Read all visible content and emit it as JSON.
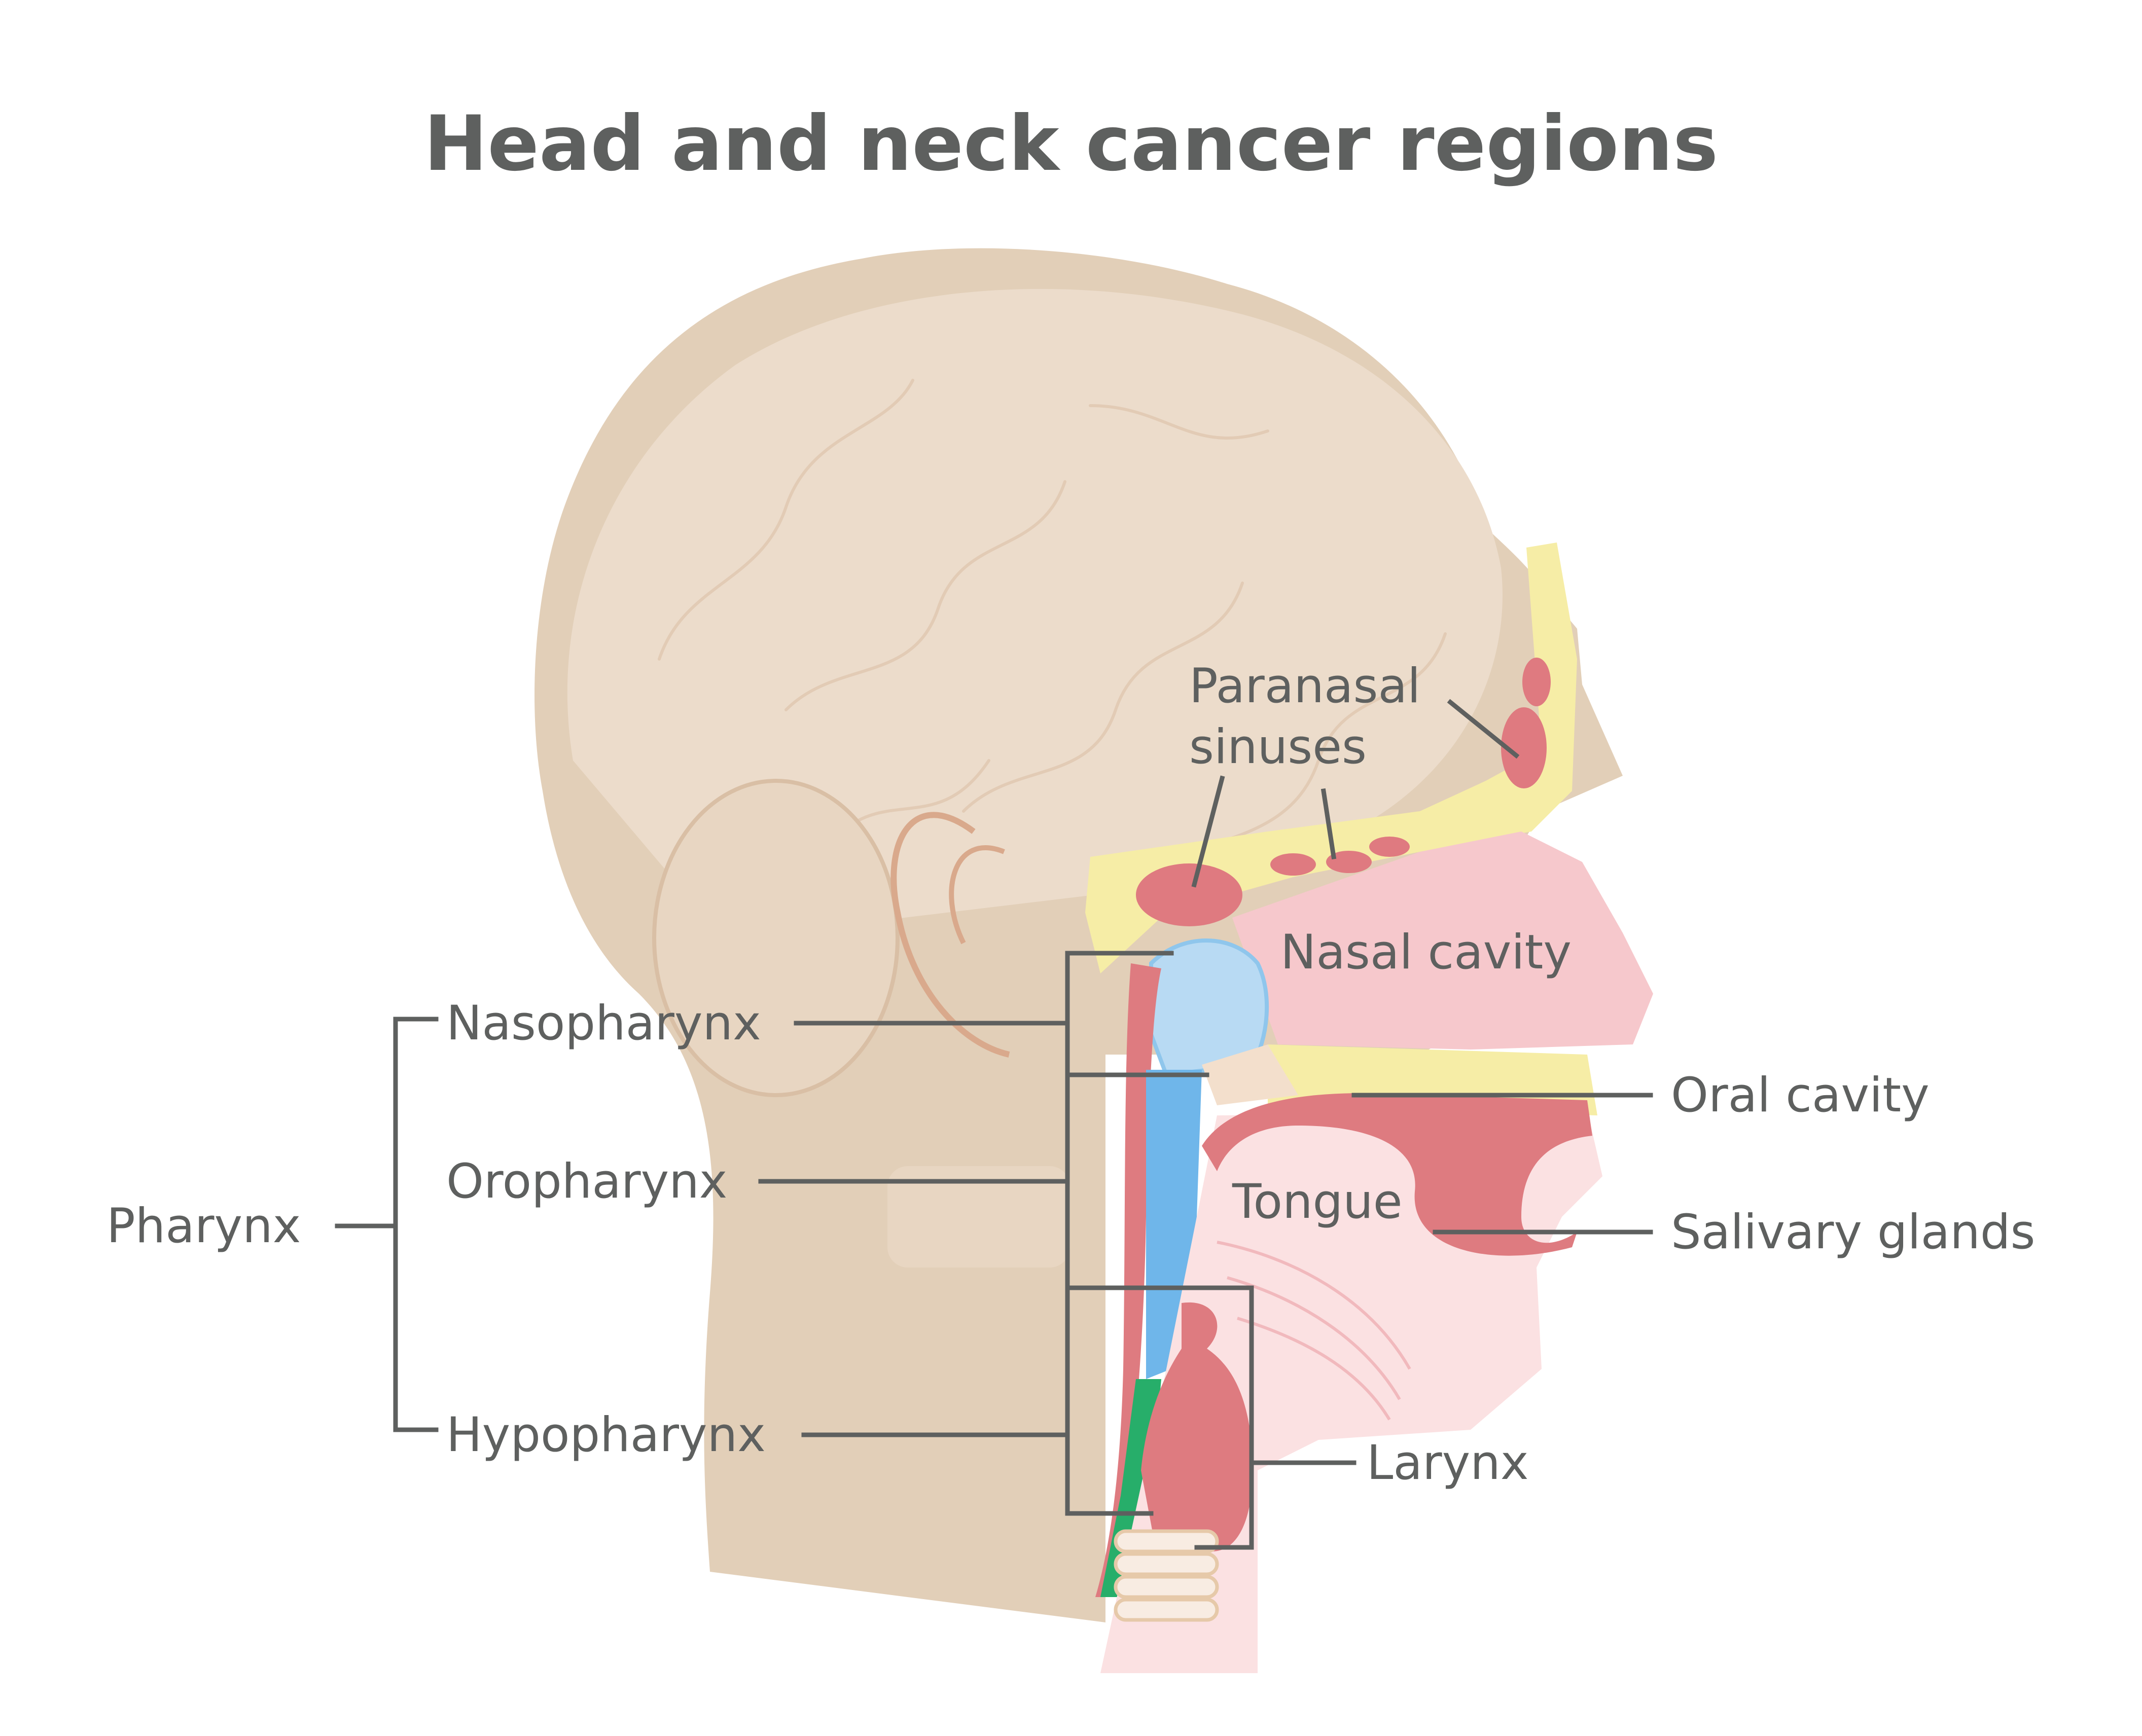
{
  "title": "Head and neck cancer regions",
  "labels": {
    "paranasal_line1": "Paranasal",
    "paranasal_line2": "sinuses",
    "nasal_cavity": "Nasal cavity",
    "nasopharynx": "Nasopharynx",
    "oral_cavity": "Oral cavity",
    "oropharynx": "Oropharynx",
    "tongue": "Tongue",
    "salivary_glands": "Salivary glands",
    "pharynx": "Pharynx",
    "hypopharynx": "Hypopharynx",
    "larynx": "Larynx"
  },
  "colors": {
    "skin": "#e2cfb8",
    "skin_inner": "#ecdccb",
    "bone": "#f6eda6",
    "sinus": "#df7a80",
    "nasal": "#f6c8cc",
    "oral_pale": "#fbe1e2",
    "muscle": "#de7b80",
    "airway_light": "#b8daf3",
    "airway": "#6fb6ea",
    "trachea_green": "#27ae6a",
    "text": "#5e605f"
  }
}
